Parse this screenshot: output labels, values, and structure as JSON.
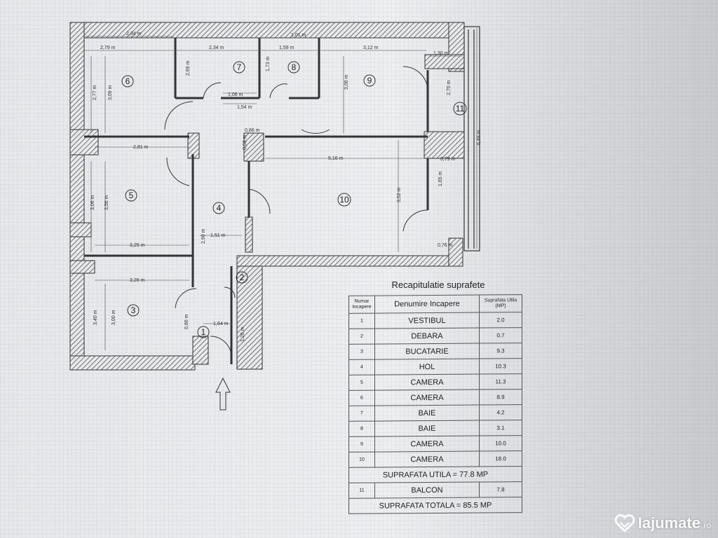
{
  "plan": {
    "rooms": [
      {
        "id": "1"
      },
      {
        "id": "2"
      },
      {
        "id": "3"
      },
      {
        "id": "4"
      },
      {
        "id": "5"
      },
      {
        "id": "6"
      },
      {
        "id": "7"
      },
      {
        "id": "8"
      },
      {
        "id": "9"
      },
      {
        "id": "10"
      },
      {
        "id": "11"
      }
    ],
    "dimensions": [
      "2,34 m",
      "2,79 m",
      "2,34 m",
      "1,01 m",
      "1,59 m",
      "3,12 m",
      "1,30 m",
      "2,77 m",
      "3,09 m",
      "2,69 m",
      "1,73 m",
      "1,06 m",
      "1,54 m",
      "3,06 m",
      "2,70 m",
      "0,86 m",
      "2,81 m",
      "0,53 m",
      "5,16 m",
      "0,79 m",
      "6,49 m",
      "3,06 m",
      "3,56 m",
      "1,65 m",
      "3,52 m",
      "1,51 m",
      "2,90 m",
      "3,25 m",
      "0,76 m",
      "3,26 m",
      "3,40 m",
      "3,00 m",
      "1,64 m",
      "0,86 m",
      "1,20 m"
    ]
  },
  "table": {
    "title": "Recapitulatie suprafete",
    "headers": {
      "nr": "Numar Incapere",
      "name": "Denumire Incapere",
      "area": "Suprafata Utila (MP)"
    },
    "rows": [
      {
        "nr": "1",
        "name": "VESTIBUL",
        "area": "2.0"
      },
      {
        "nr": "2",
        "name": "DEBARA",
        "area": "0.7"
      },
      {
        "nr": "3",
        "name": "BUCATARIE",
        "area": "9.3"
      },
      {
        "nr": "4",
        "name": "HOL",
        "area": "10.3"
      },
      {
        "nr": "5",
        "name": "CAMERA",
        "area": "11.3"
      },
      {
        "nr": "6",
        "name": "CAMERA",
        "area": "8.9"
      },
      {
        "nr": "7",
        "name": "BAIE",
        "area": "4.2"
      },
      {
        "nr": "8",
        "name": "BAIE",
        "area": "3.1"
      },
      {
        "nr": "9",
        "name": "CAMERA",
        "area": "10.0"
      },
      {
        "nr": "10",
        "name": "CAMERA",
        "area": "18.0"
      }
    ],
    "summary_util": "SUPRAFATA UTILA = 77.8 MP",
    "balcony": {
      "nr": "11",
      "name": "BALCON",
      "area": "7.8"
    },
    "summary_total": "SUPRAFATA TOTALA = 85.5 MP"
  },
  "watermark": {
    "brand": "lajumate",
    "tld": ".ro",
    "icon": "heart-logo-icon"
  },
  "colors": {
    "wall_hatch": "#555555",
    "paper": "#eceef0"
  }
}
